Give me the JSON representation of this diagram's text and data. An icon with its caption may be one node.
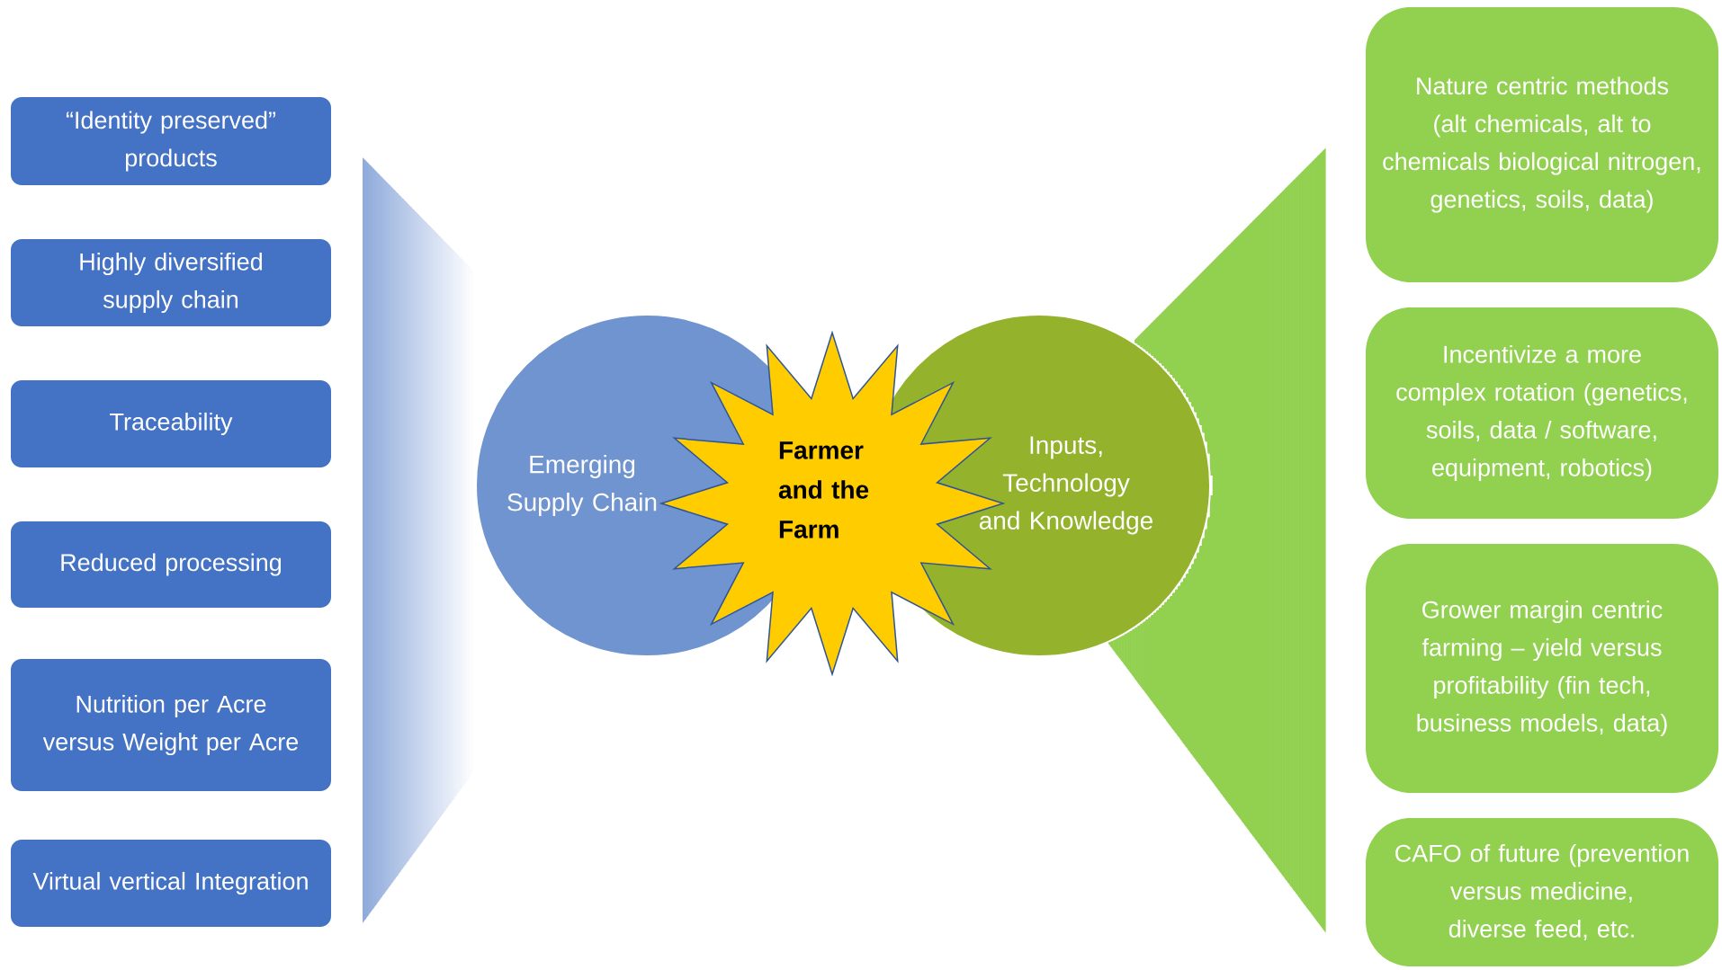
{
  "diagram": {
    "nodes": [
      {
        "text": [
          "“Identity preserved” products"
        ]
      },
      {
        "text": [
          "Highly diversified supply chain"
        ]
      },
      {
        "text": [
          "Traceability"
        ]
      },
      {
        "text": [
          "Reduced processing"
        ]
      },
      {
        "text": [
          "Nutrition per Acre versus Weight per Acre"
        ]
      },
      {
        "text": [
          "Virtual vertical Integration"
        ]
      },
      {
        "text": [],
        "shape": "triangle"
      },
      {
        "text": [
          "Emerging Supply Chain"
        ]
      },
      {
        "text": [
          "Farmer and the Farm"
        ]
      },
      {
        "text": [
          "Inputs, Technology and Knowledge"
        ]
      },
      {
        "text": [],
        "shape": "triangle"
      },
      {
        "text": [
          "Nature centric methods (alt chemicals, alt to chemicals biological nitrogen, genetics, soils, data)"
        ]
      },
      {
        "text": [
          "Incentivize a more complex rotation (genetics, soils, data / software, equipment, robotics)"
        ]
      },
      {
        "text": [
          "Grower margin centric farming – yield versus profitability (fin tech, business models, data)"
        ]
      },
      {
        "text": [
          "CAFO of future (prevention versus medicine, diverse feed, etc."
        ]
      }
    ]
  }
}
